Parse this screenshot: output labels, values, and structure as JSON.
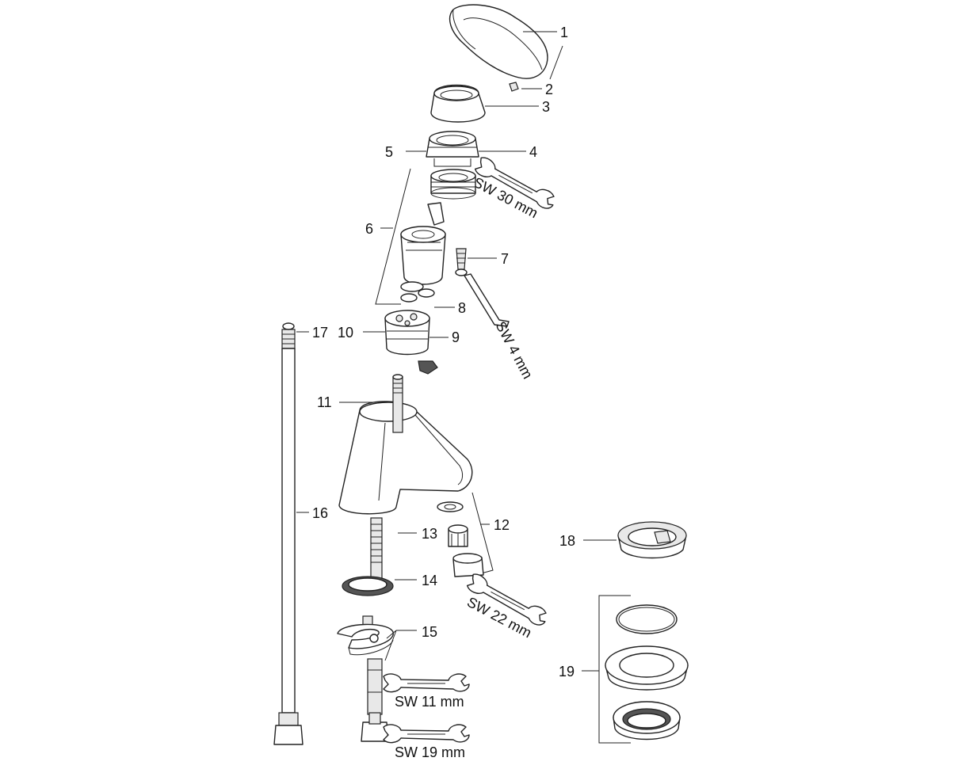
{
  "labels": {
    "p1": "1",
    "p2": "2",
    "p3": "3",
    "p4": "4",
    "p5": "5",
    "p6": "6",
    "p7": "7",
    "p8": "8",
    "p9": "9",
    "p10": "10",
    "p11": "11",
    "p12": "12",
    "p13": "13",
    "p14": "14",
    "p15": "15",
    "p16": "16",
    "p17": "17",
    "p18": "18",
    "p19": "19"
  },
  "tools": {
    "sw30": "SW 30 mm",
    "sw4": "SW 4 mm",
    "sw22": "SW 22 mm",
    "sw11": "SW 11 mm",
    "sw19": "SW 19 mm"
  },
  "icons": {
    "wrench": "open-end-wrench-icon",
    "hexkey": "hex-key-icon"
  }
}
